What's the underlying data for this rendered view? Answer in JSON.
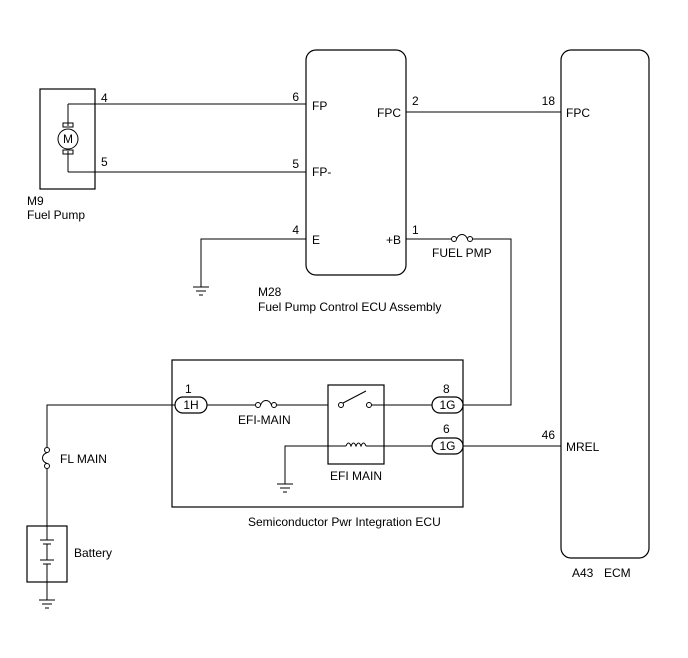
{
  "components": {
    "fuel_pump": {
      "code": "M9",
      "name": "Fuel Pump",
      "motor_symbol": "M",
      "pins": {
        "p4": "4",
        "p5": "5"
      }
    },
    "pump_ecu": {
      "code": "M28",
      "name": "Fuel Pump Control ECU Assembly",
      "terminals": {
        "fp": "FP",
        "fpm": "FP-",
        "e": "E",
        "fpc": "FPC",
        "b": "+B"
      },
      "pins": {
        "p6": "6",
        "p5": "5",
        "p4": "4",
        "p2": "2",
        "p1": "1"
      }
    },
    "ecm": {
      "code": "A43",
      "name": "ECM",
      "terminals": {
        "fpc": "FPC",
        "mrel": "MREL"
      },
      "pins": {
        "p18": "18",
        "p46": "46"
      }
    },
    "spi_ecu": {
      "name": "Semiconductor Pwr Integration ECU",
      "connectors": {
        "c1h": "1H",
        "c1g_top": "1G",
        "c1g_bottom": "1G"
      },
      "pins": {
        "p1": "1",
        "p8": "8",
        "p6": "6"
      },
      "relay": "EFI MAIN",
      "fuse": "EFI-MAIN"
    },
    "fuses": {
      "fuel_pmp": "FUEL PMP",
      "fl_main": "FL MAIN"
    },
    "battery": "Battery"
  }
}
